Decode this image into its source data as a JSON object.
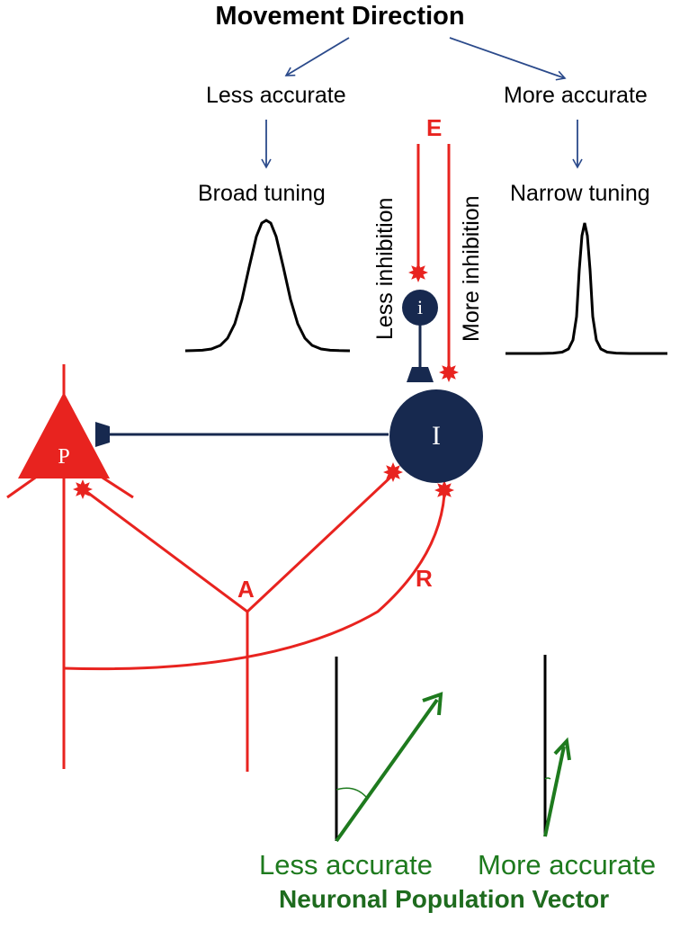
{
  "header": {
    "title": "Movement Direction"
  },
  "branches": {
    "left": {
      "label": "Less accurate",
      "tuning": "Broad tuning"
    },
    "right": {
      "label": "More accurate",
      "tuning": "Narrow tuning"
    }
  },
  "inputs": {
    "excitatory": "E",
    "less_inhibition": "Less inhibition",
    "more_inhibition": "More inhibition"
  },
  "cells": {
    "pyramidal": "P",
    "inhibitory_small": "i",
    "inhibitory_large": "I"
  },
  "fibers": {
    "afferent": "A",
    "recurrent": "R"
  },
  "vectors": {
    "left_label": "Less accurate",
    "right_label": "More accurate",
    "caption": "Neuronal Population Vector"
  },
  "colors": {
    "red": "#e8231f",
    "navy": "#17294f",
    "blue_arrow": "#2b4a8b",
    "green": "#1e7a1e"
  }
}
